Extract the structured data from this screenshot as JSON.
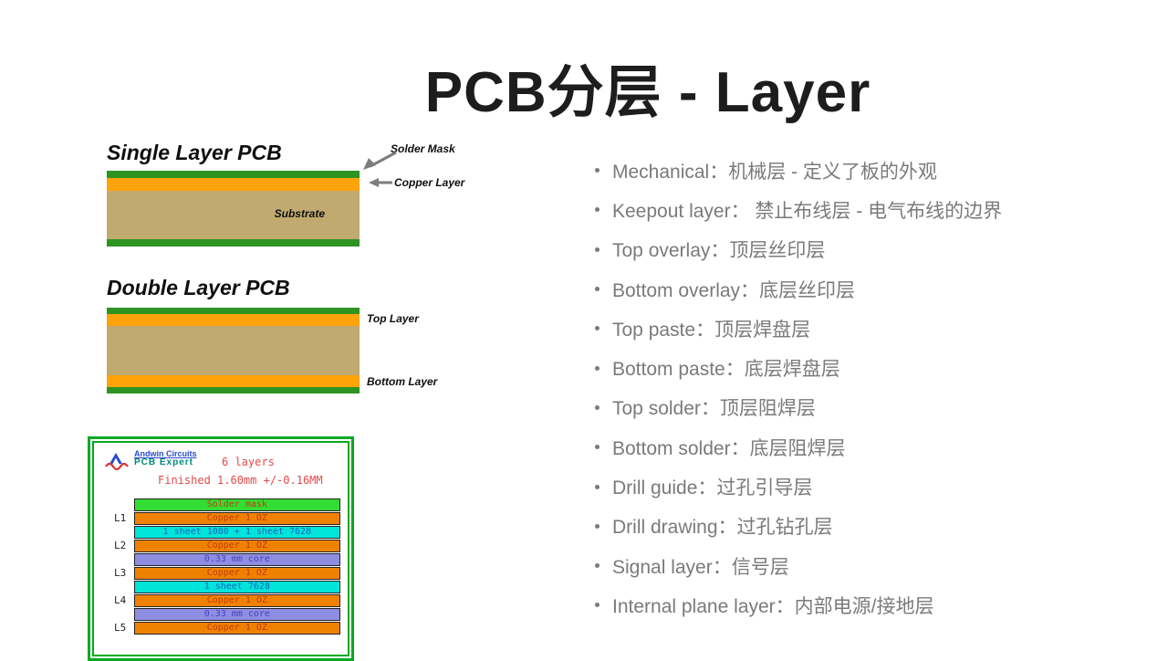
{
  "title": "PCB分层 - Layer",
  "single": {
    "heading": "Single Layer PCB",
    "labels": {
      "solder_mask": "Solder Mask",
      "copper_layer": "Copper Layer",
      "substrate": "Substrate"
    }
  },
  "double": {
    "heading": "Double Layer PCB",
    "labels": {
      "top_layer": "Top Layer",
      "bottom_layer": "Bottom Layer"
    }
  },
  "stackup": {
    "brand": {
      "name": "Andwin Circuits",
      "tagline": "PCB Expert"
    },
    "layers_text": "6 layers",
    "finished_text": "Finished 1.60mm +/-0.16MM",
    "rows": [
      {
        "label": "",
        "text": "Solder mask",
        "type": "soldermask"
      },
      {
        "label": "L1",
        "text": "Copper 1 OZ",
        "type": "copper"
      },
      {
        "label": "",
        "text": "1 sheet 1080 + 1 sheet 7628",
        "type": "prepreg"
      },
      {
        "label": "L2",
        "text": "Copper 1 OZ",
        "type": "copper"
      },
      {
        "label": "",
        "text": "0.33 mm core",
        "type": "core"
      },
      {
        "label": "L3",
        "text": "Copper 1 OZ",
        "type": "copper"
      },
      {
        "label": "",
        "text": "1 sheet 7628",
        "type": "prepreg"
      },
      {
        "label": "L4",
        "text": "Copper 1 OZ",
        "type": "copper"
      },
      {
        "label": "",
        "text": "0.33 mm core",
        "type": "core"
      },
      {
        "label": "L5",
        "text": "Copper 1 OZ",
        "type": "copper"
      }
    ]
  },
  "bullets": {
    "items": [
      "Mechanical：机械层 - 定义了板的外观",
      "Keepout layer： 禁止布线层 - 电气布线的边界",
      "Top overlay：顶层丝印层",
      "Bottom overlay：底层丝印层",
      "Top paste：顶层焊盘层",
      "Bottom paste：底层焊盘层",
      "Top solder：顶层阻焊层",
      "Bottom solder：底层阻焊层",
      "Drill guide：过孔引导层",
      "Drill drawing：过孔钻孔层",
      "Signal layer：信号层",
      "Internal plane layer：内部电源/接地层"
    ]
  },
  "colors": {
    "title_color": "#1d1d1d",
    "label_dark": "#0f0f0f",
    "bullet": "#7a7a7a",
    "pcb_green": "#2e9320",
    "pcb_copper": "#ffa30a",
    "pcb_substrate": "#c0aa70",
    "stack_frame": "#00aa22",
    "stack_red": "#e34a4a",
    "sm_bg": "#33dd33",
    "sm_fg": "#c63a10",
    "copper_bg": "#ef8100",
    "row_red": "#c63a10",
    "prepreg_bg": "#00e4da",
    "prepreg_fg": "#1566c0",
    "core_bg": "#8d8de2",
    "core_fg": "#4b3fc0",
    "brand_blue": "#2a4bd0",
    "brand_teal": "#00897b",
    "arrow_gray": "#7d7d7d"
  }
}
